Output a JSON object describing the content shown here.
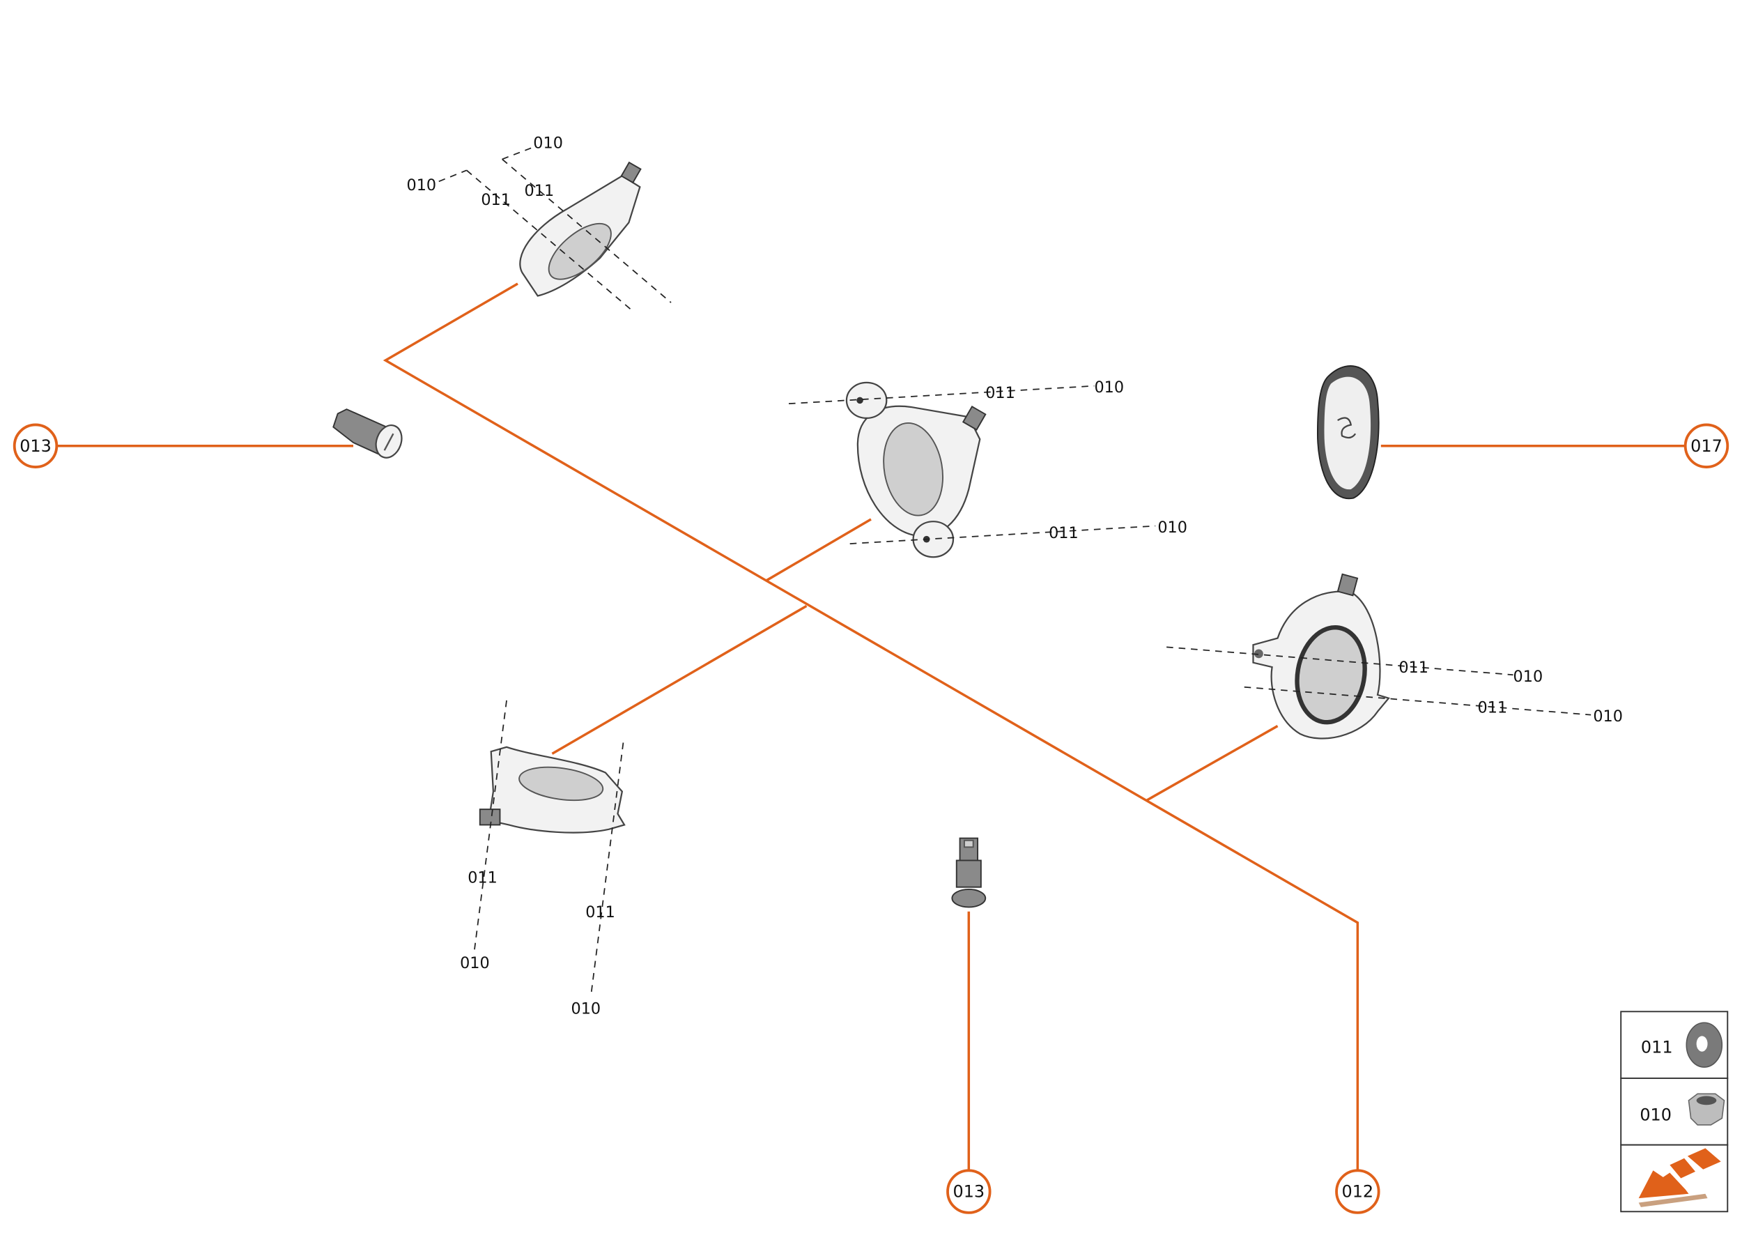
{
  "callouts": [
    {
      "id": "013-left",
      "label": "013"
    },
    {
      "id": "017",
      "label": "017"
    },
    {
      "id": "013-bottom",
      "label": "013"
    },
    {
      "id": "012",
      "label": "012"
    }
  ],
  "part_labels": {
    "top_left": [
      "010",
      "011",
      "011",
      "010"
    ],
    "center": [
      "011",
      "010",
      "011",
      "010"
    ],
    "right": [
      "011",
      "010",
      "011",
      "010"
    ],
    "bottom_left": [
      "011",
      "010",
      "011",
      "010"
    ]
  },
  "legend": {
    "items": [
      {
        "code": "011",
        "icon": "washer-icon"
      },
      {
        "code": "010",
        "icon": "flange-nut-icon"
      }
    ],
    "direction_icon": "direction-arrow-icon"
  },
  "colors": {
    "accent": "#e0611a",
    "line": "#222222"
  }
}
